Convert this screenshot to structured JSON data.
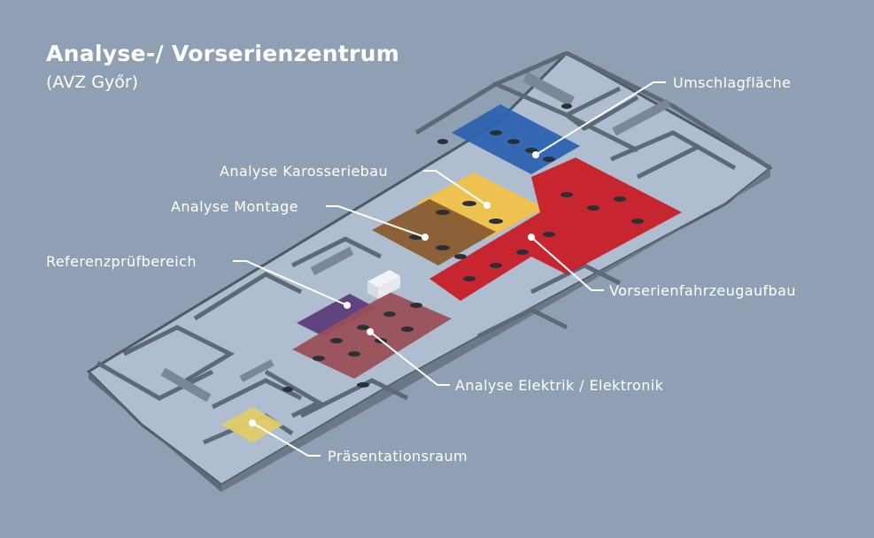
{
  "header": {
    "title": "Analyse-/ Vorserienzentrum",
    "subtitle": "(AVZ Győr)"
  },
  "areas": [
    {
      "id": "umschlag",
      "label": "Umschlagfläche",
      "color": "#2e63b0"
    },
    {
      "id": "karosserie",
      "label": "Analyse Karosseriebau",
      "color": "#f0c24a"
    },
    {
      "id": "montage",
      "label": "Analyse Montage",
      "color": "#8a5c2e"
    },
    {
      "id": "referenz",
      "label": "Referenzprüfbereich",
      "color": "#5b3d7a"
    },
    {
      "id": "vorserie",
      "label": "Vorserienfahrzeugaufbau",
      "color": "#c81e28"
    },
    {
      "id": "elektrik",
      "label": "Analyse Elektrik / Elektronik",
      "color": "#9a4f57"
    },
    {
      "id": "praesentation",
      "label": "Präsentationsraum",
      "color": "#e3cc6a"
    }
  ],
  "colors": {
    "background": "#8f9fb4",
    "floor": "#aebdcf",
    "walls": "#5e6978",
    "text": "#ffffff"
  }
}
